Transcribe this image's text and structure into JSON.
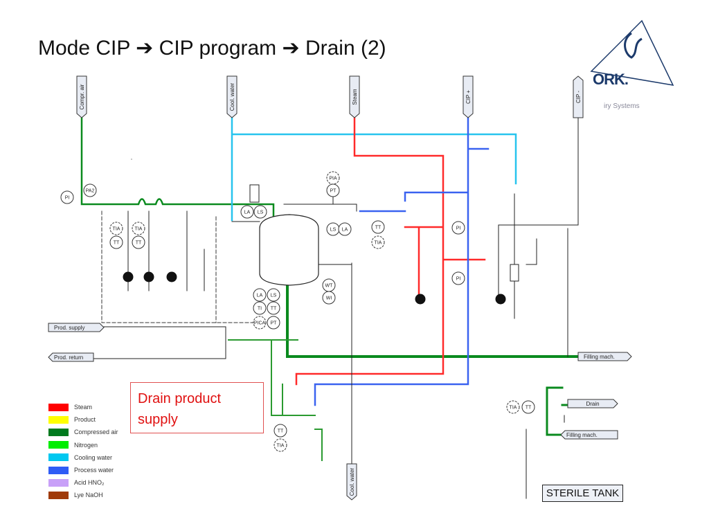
{
  "title": "Mode CIP ➔ CIP program ➔ Drain (2)",
  "logo": {
    "brand": "ORK.",
    "subtitle": "iry Systems"
  },
  "connectors": {
    "compr_air": "Compr. air",
    "cool_water_in": "Cool. water",
    "steam": "Steam",
    "cip_plus": "CIP +",
    "cip_minus": "CIP -",
    "prod_supply": "Prod. supply",
    "prod_return": "Prod. return",
    "filling_mach_1": "Filling mach.",
    "drain": "Drain",
    "filling_mach_2": "Filling mach.",
    "cool_water_out": "Cool. water"
  },
  "instruments": [
    "PI",
    "PA2",
    "TIA",
    "TT",
    "TIA",
    "TT",
    "LA",
    "LS",
    "PIA",
    "PT",
    "LS",
    "LA",
    "TT",
    "TIA",
    "PI",
    "PI",
    "WT",
    "WI",
    "LA",
    "LS",
    "TI",
    "TT",
    "PICA",
    "PT",
    "TT",
    "TIA",
    "TIA",
    "TT"
  ],
  "callout": "Drain product supply",
  "legend": [
    {
      "label": "Steam",
      "color": "#ff0000"
    },
    {
      "label": "Product",
      "color": "#ffff00"
    },
    {
      "label": "Compressed air",
      "color": "#007a1e"
    },
    {
      "label": "Nitrogen",
      "color": "#00ee00"
    },
    {
      "label": "Cooling water",
      "color": "#00c8f0"
    },
    {
      "label": "Process water",
      "color": "#2f5cf5"
    },
    {
      "label": "Acid HNO₂",
      "color": "#c8a0f8"
    },
    {
      "label": "Lye NaOH",
      "color": "#a03a0a"
    }
  ],
  "sterile_tank_label": "STERILE TANK",
  "colors": {
    "steam": "#ff2a2a",
    "compressed_air": "#0a8a1e",
    "cooling_water": "#27c4ee",
    "process_water": "#3a62f0"
  }
}
